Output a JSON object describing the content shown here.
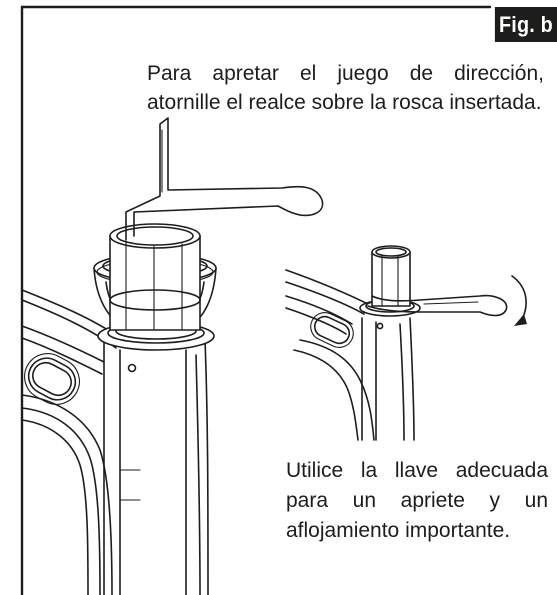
{
  "figure": {
    "label": "Fig. b"
  },
  "captions": {
    "tighten": {
      "line1": "Para apretar el juego de dirección,",
      "line2": "atornille el realce sobre la rosca insertada."
    },
    "wrench": {
      "line1": "Utilice la llave adecuada",
      "line2": "para un apriete y un",
      "line3": "aflojamiento importante."
    }
  },
  "illustrations": {
    "main": "headset-tool-on-frame",
    "detail": "wrench-turning-headset",
    "arrow": "clockwise-arrow-icon"
  }
}
